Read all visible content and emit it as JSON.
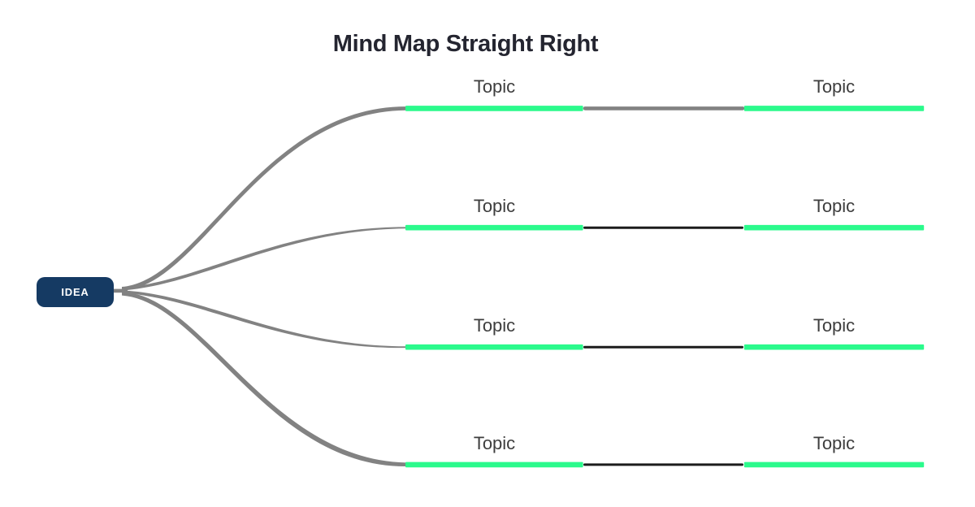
{
  "title": "Mind Map Straight Right",
  "root": {
    "label": "IDEA"
  },
  "branches": [
    {
      "topic": "Topic",
      "subtopic": "Topic",
      "connector_color": "#828282"
    },
    {
      "topic": "Topic",
      "subtopic": "Topic",
      "connector_color": "#1c1c1c"
    },
    {
      "topic": "Topic",
      "subtopic": "Topic",
      "connector_color": "#1c1c1c"
    },
    {
      "topic": "Topic",
      "subtopic": "Topic",
      "connector_color": "#1c1c1c"
    }
  ],
  "colors": {
    "background": "#ffffff",
    "root_node_bg": "#153A63",
    "root_node_text": "#ffffff",
    "branch_curve": "#828282",
    "topic_bar": "#2BFA8C",
    "title_text": "#242530",
    "topic_label_text": "#3d3d3d"
  }
}
